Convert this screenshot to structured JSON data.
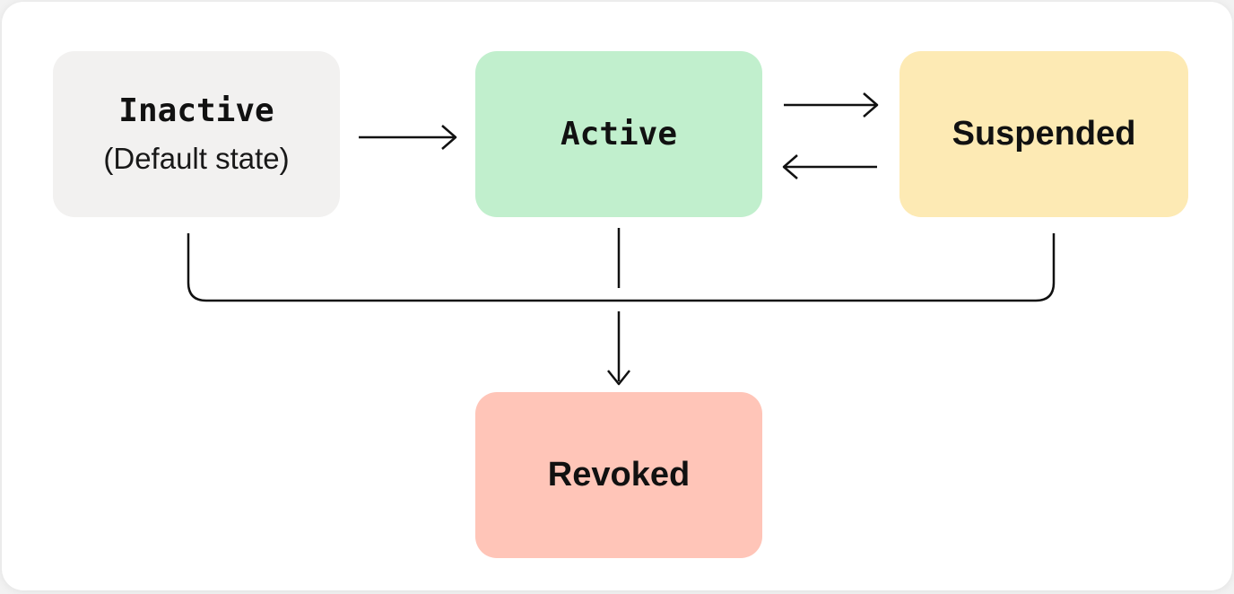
{
  "diagram": {
    "type": "state-diagram",
    "states": [
      {
        "id": "inactive",
        "label": "Inactive",
        "sublabel": "(Default state)",
        "color": "#f2f1f0"
      },
      {
        "id": "active",
        "label": "Active",
        "color": "#c1efcd"
      },
      {
        "id": "suspended",
        "label": "Suspended",
        "color": "#fdeab4"
      },
      {
        "id": "revoked",
        "label": "Revoked",
        "color": "#ffc5b8"
      }
    ],
    "transitions": [
      {
        "from": "inactive",
        "to": "active"
      },
      {
        "from": "active",
        "to": "suspended"
      },
      {
        "from": "suspended",
        "to": "active"
      },
      {
        "from": "inactive",
        "to": "revoked"
      },
      {
        "from": "active",
        "to": "revoked"
      },
      {
        "from": "suspended",
        "to": "revoked"
      }
    ],
    "line_color": "#111111",
    "text_color": "#111111"
  }
}
